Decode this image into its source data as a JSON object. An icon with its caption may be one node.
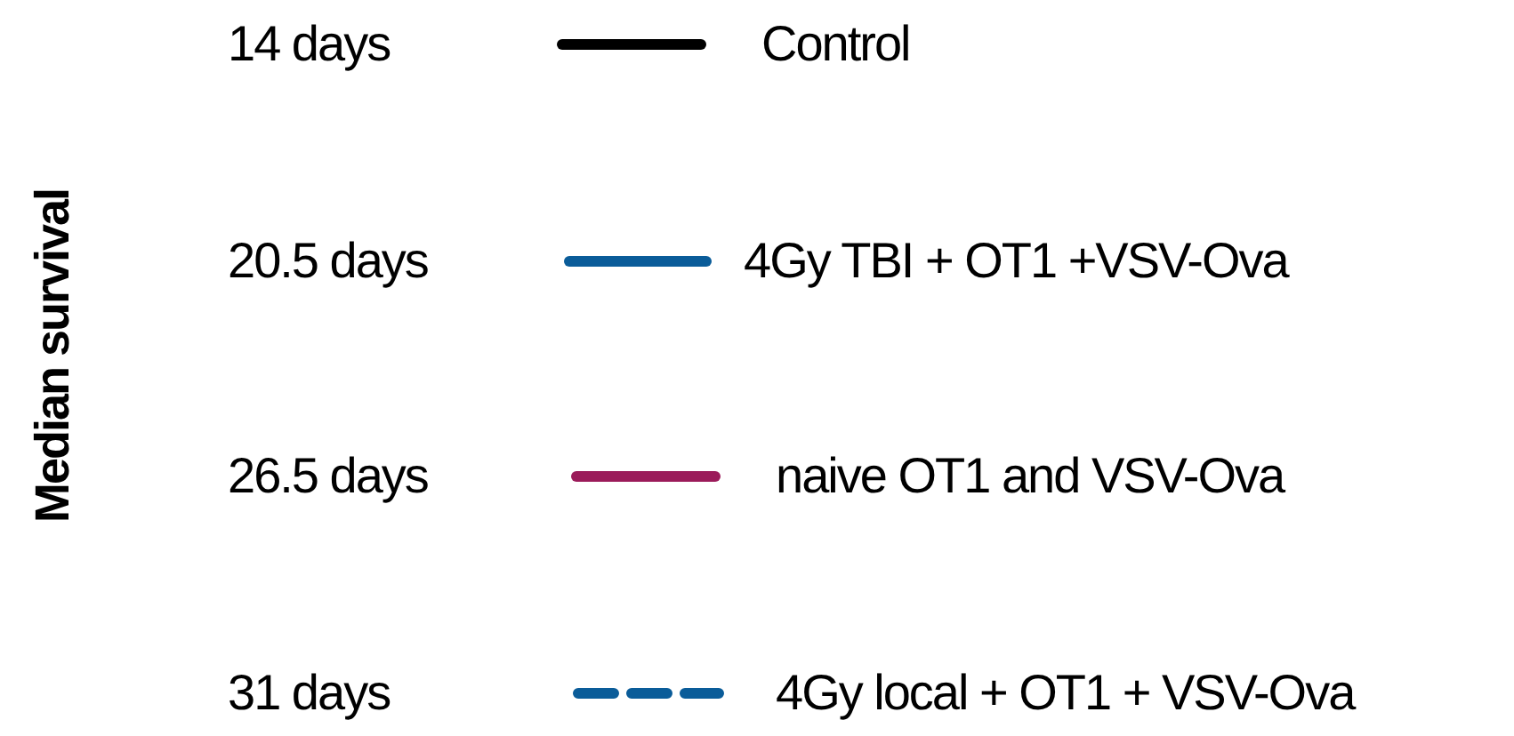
{
  "diagram": {
    "labels": [
      "Median survival",
      "14 days",
      "20.5 days",
      "26.5 days",
      "31 days"
    ],
    "legend": [
      {
        "text": "Control",
        "color": "#000000"
      },
      {
        "text": "4Gy TBI + OT1 +VSV-Ova",
        "color": "#0a5c99"
      },
      {
        "text": "naive OT1 and VSV-Ova",
        "color": "#9b1b5a"
      },
      {
        "text": "4Gy local + OT1 + VSV-Ova",
        "color": "#0a5c99"
      }
    ]
  }
}
